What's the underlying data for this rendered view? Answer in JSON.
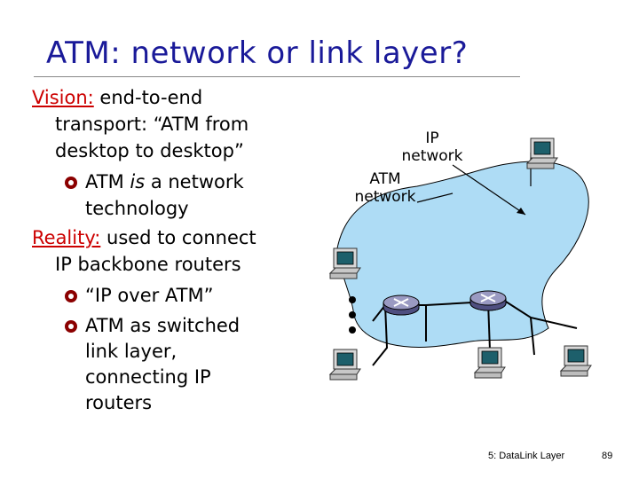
{
  "slide": {
    "title": "ATM:  network or link layer?",
    "vision_label": "Vision:",
    "vision_text_1": " end-to-end",
    "vision_text_2": "transport: “ATM from",
    "vision_text_3": "desktop to desktop”",
    "vision_sub_1a": "ATM ",
    "vision_sub_1b": "is",
    "vision_sub_1c": " a network",
    "vision_sub_1d": "technology",
    "reality_label": "Reality:",
    "reality_text_1": " used to connect",
    "reality_text_2": "IP backbone routers",
    "reality_sub_1": "“IP over ATM”",
    "reality_sub_2a": "ATM as switched",
    "reality_sub_2b": "link layer,",
    "reality_sub_2c": "connecting IP",
    "reality_sub_2d": "routers"
  },
  "diagram": {
    "ip_network_line1": "IP",
    "ip_network_line2": "network",
    "atm_network_line1": "ATM",
    "atm_network_line2": "network",
    "colors": {
      "cloud": "#aedcf5",
      "cloud_stroke": "#000000",
      "router": "#6b6b9a",
      "line": "#000000"
    }
  },
  "footer": {
    "chapter": "5: DataLink Layer",
    "page": "89"
  }
}
